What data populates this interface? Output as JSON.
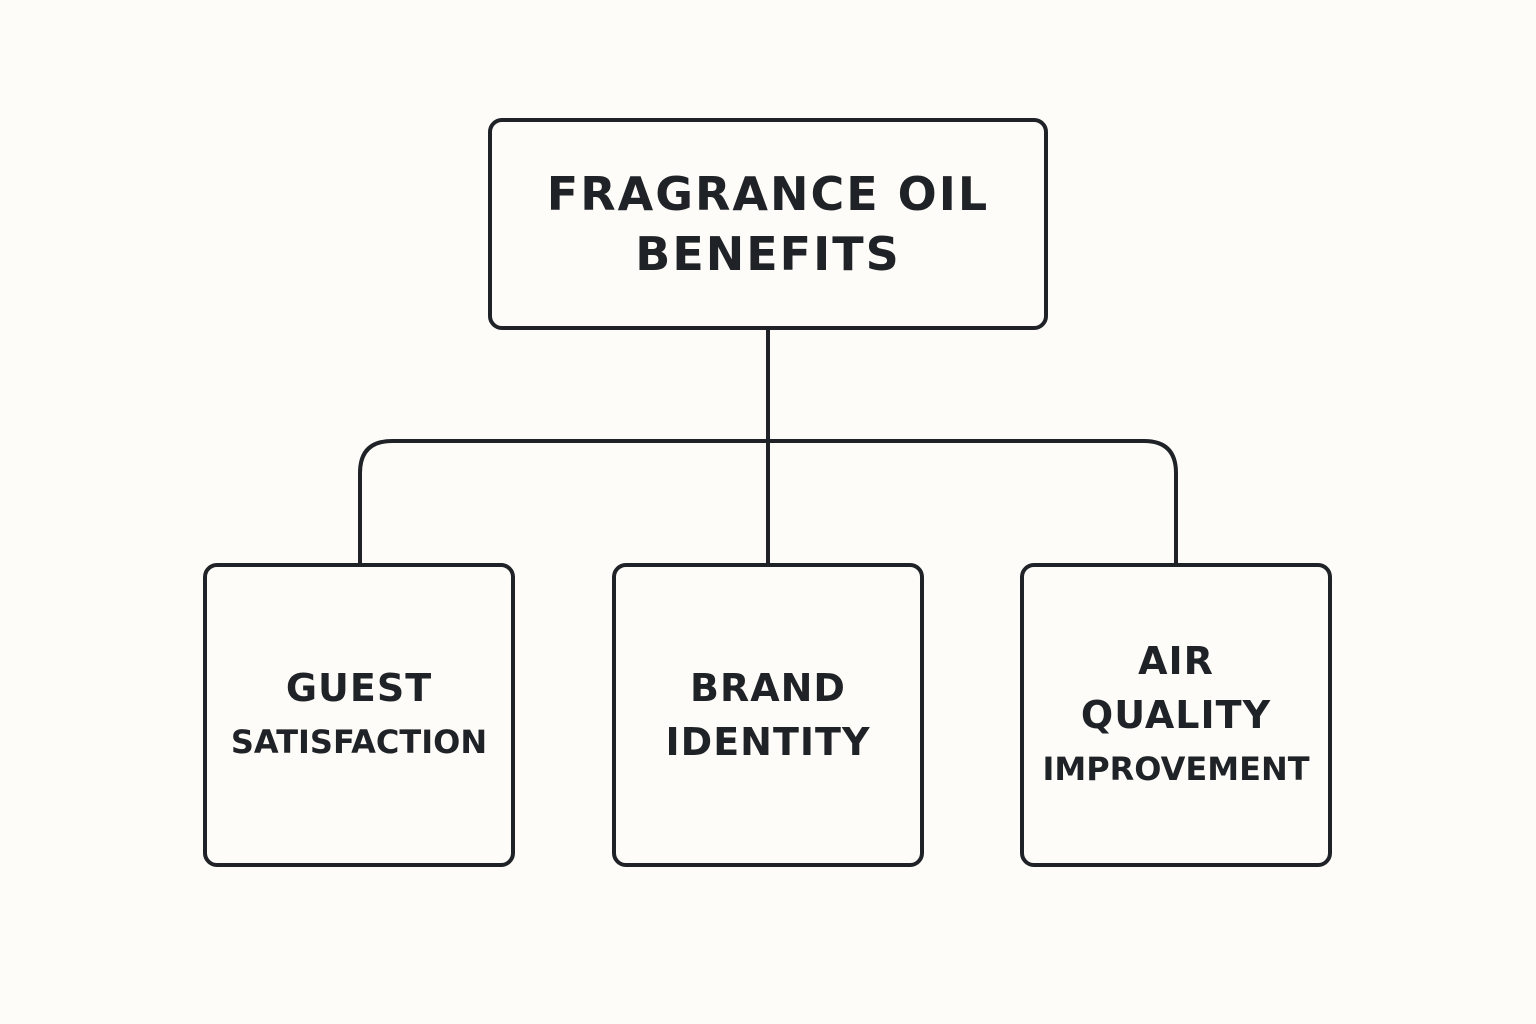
{
  "diagram": {
    "root": {
      "line1": "FRAGRANCE OIL",
      "line2": "BENEFITS"
    },
    "children": [
      {
        "line1": "GUEST",
        "line2": "SATISFACTION"
      },
      {
        "line1": "BRAND",
        "line2": "IDENTITY"
      },
      {
        "line1": "AIR",
        "line2": "QUALITY",
        "line3": "IMPROVEMENT"
      }
    ],
    "colors": {
      "stroke": "#1f2226",
      "background": "#fdfcf8"
    }
  }
}
